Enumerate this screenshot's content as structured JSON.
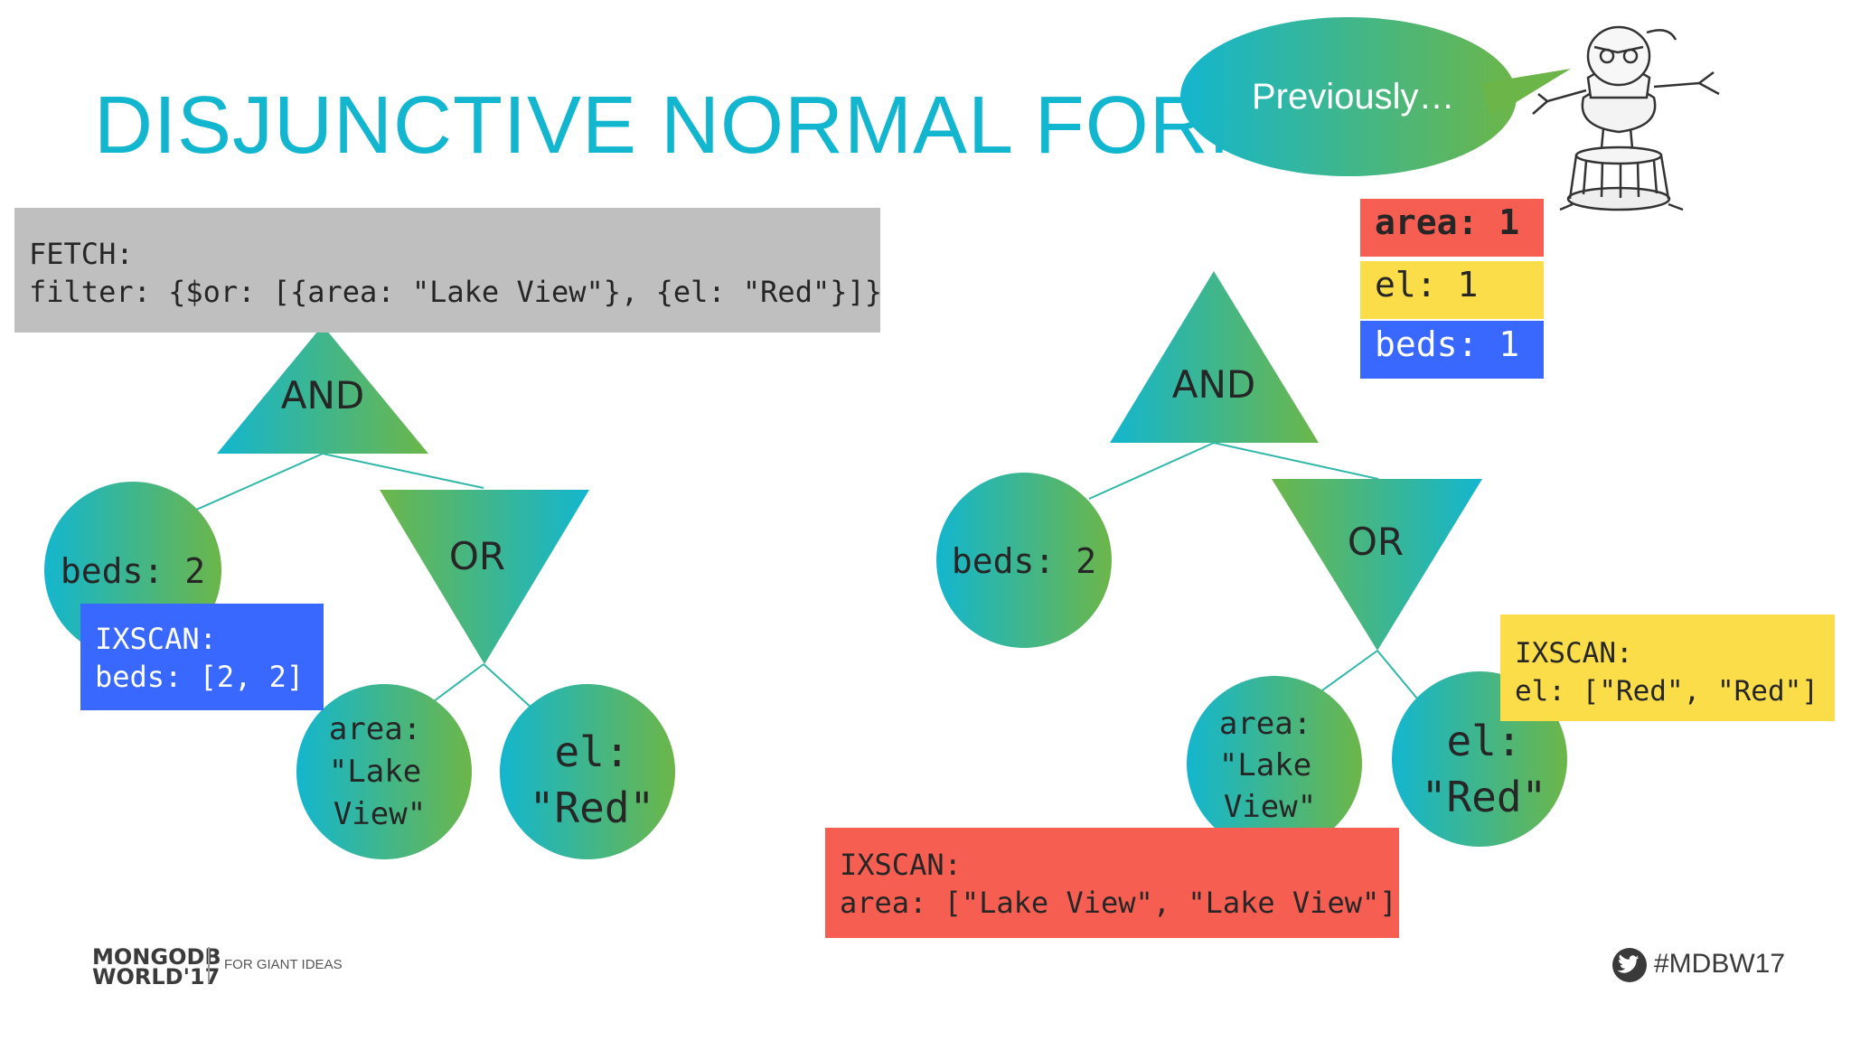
{
  "title": "DISJUNCTIVE NORMAL FORM",
  "speech": "Previously…",
  "fetch": {
    "line1": "FETCH:",
    "line2": "filter: {$or: [{area: \"Lake View\"}, {el: \"Red\"}]}"
  },
  "legend": {
    "area": "area: 1",
    "el": "el: 1",
    "beds": "beds: 1"
  },
  "left_tree": {
    "and": "AND",
    "or": "OR",
    "beds": "beds: 2",
    "area": [
      "area:",
      "\"Lake",
      "View\""
    ],
    "el": [
      "el:",
      "\"Red\""
    ],
    "ixscan": {
      "line1": "IXSCAN:",
      "line2": "beds: [2, 2]"
    }
  },
  "right_tree": {
    "and": "AND",
    "or": "OR",
    "beds": "beds: 2",
    "area": [
      "area:",
      "\"Lake",
      "View\""
    ],
    "el": [
      "el:",
      "\"Red\""
    ],
    "ixscan_el": {
      "line1": "IXSCAN:",
      "line2": "el: [\"Red\", \"Red\"]"
    },
    "ixscan_area": {
      "line1": "IXSCAN:",
      "line2": "area: [\"Lake View\", \"Lake View\"]"
    }
  },
  "footer": {
    "logo": "MONGODB\nWORLD'17",
    "tagline": "FOR GIANT IDEAS",
    "hashtag": "#MDBW17"
  },
  "colors": {
    "teal": "#13b6cf",
    "green": "#6cb649",
    "red": "#f65e52",
    "yellow": "#fadd49",
    "blue": "#3868ff",
    "gray": "#bfbfbf"
  }
}
